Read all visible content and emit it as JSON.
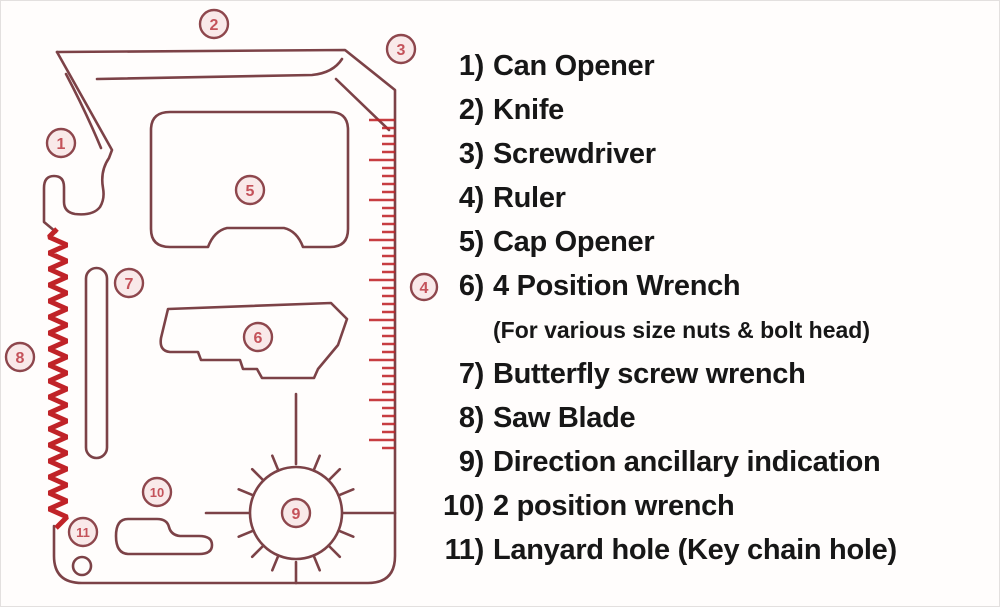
{
  "figure": {
    "type": "labeled-diagram",
    "subject": "11-in-1 credit card multi-tool",
    "colors": {
      "outline": "#7c4247",
      "accent": "#c02328",
      "callout_ring": "#8e474d",
      "callout_number": "#c4525a",
      "callout_fill": "#f9e9e9",
      "text": "#171717",
      "background": "#fffdfc"
    },
    "callouts": [
      {
        "n": "1"
      },
      {
        "n": "2"
      },
      {
        "n": "3"
      },
      {
        "n": "4"
      },
      {
        "n": "5"
      },
      {
        "n": "6"
      },
      {
        "n": "7"
      },
      {
        "n": "8"
      },
      {
        "n": "9"
      },
      {
        "n": "10"
      },
      {
        "n": "11"
      }
    ],
    "legend": {
      "items": [
        {
          "num": "1)",
          "label": "Can Opener"
        },
        {
          "num": "2)",
          "label": "Knife"
        },
        {
          "num": "3)",
          "label": "Screwdriver"
        },
        {
          "num": "4)",
          "label": "Ruler"
        },
        {
          "num": "5)",
          "label": "Cap Opener"
        },
        {
          "num": "6)",
          "label": "4 Position Wrench"
        },
        {
          "num": "7)",
          "label": "Butterfly screw wrench"
        },
        {
          "num": "8)",
          "label": "Saw Blade"
        },
        {
          "num": "9)",
          "label": "Direction ancillary indication"
        },
        {
          "num": "10)",
          "label": "2 position wrench"
        },
        {
          "num": "11)",
          "label": "Lanyard hole (Key chain hole)"
        }
      ],
      "note": "(For various size nuts & bolt head)"
    }
  }
}
